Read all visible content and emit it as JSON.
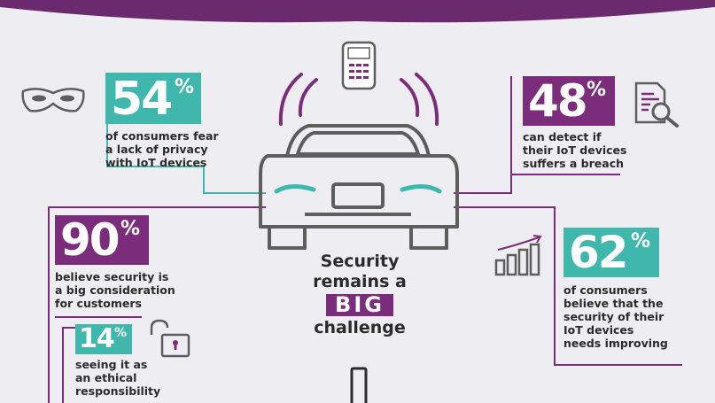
{
  "colors": {
    "teal": "#3fb7ad",
    "purple": "#7b2d7b",
    "line": "#5d5d5d"
  },
  "stats": [
    {
      "number": "54",
      "percent": "%",
      "description": "of consumers fear\na lack of privacy\nwith IoT devices",
      "icon": "mask-icon"
    },
    {
      "number": "48",
      "percent": "%",
      "description": "can detect if\ntheir IoT devices\nsuffers a breach",
      "icon": "document-search-icon"
    },
    {
      "number": "90",
      "percent": "%",
      "description": "believe security is\na big consideration\nfor customers",
      "icon": "none"
    },
    {
      "number": "62",
      "percent": "%",
      "description": "of consumers\nbelieve that the\nsecurity of their\nIoT devices\nneeds improving",
      "icon": "chart-growth-icon"
    },
    {
      "number": "14",
      "percent": "%",
      "description": "seeing it as\nan ethical\nresponsibility",
      "icon": "padlock-icon"
    }
  ],
  "headline": {
    "line1": "Security",
    "line2": "remains a",
    "badge": "BIG",
    "line3": "challenge"
  }
}
